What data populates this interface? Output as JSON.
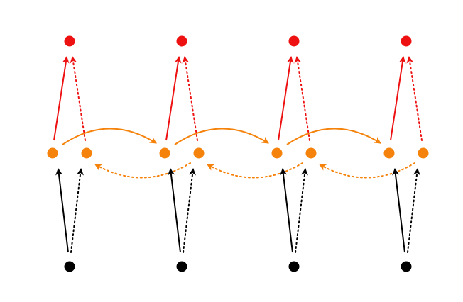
{
  "colors": {
    "input": "#000000",
    "hidden": "#f5820a",
    "output": "#ee1111",
    "background": "#ffffff"
  },
  "diagram": {
    "type": "bidirectional-rnn",
    "steps": 4,
    "nodes_per_step": {
      "input": 1,
      "hidden_forward": 1,
      "hidden_backward": 1,
      "output": 1
    }
  }
}
